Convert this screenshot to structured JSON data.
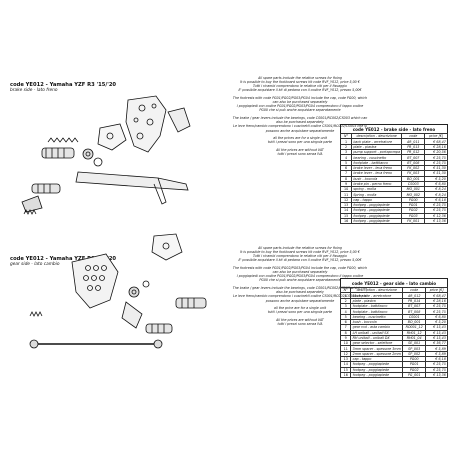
{
  "brake": {
    "title": "code YE012 - Yamaha YZF R3 '15/'20",
    "subtitle": "brake side - lato freno",
    "notes": [
      "All spare parts include the relative screws for fixing\nIt is possible to buy the footboard screws kit code RVF_Y012, price 5,00 €\nTutti i ricambi comprendono le relative viti per il fissaggio\nE' possibile acquistare il kit di pedana con il codice RVF_Y012, prezzo 5,00€",
      "The footrests with code PG01/PG02/PG03/PG04 include the cap, code PG00, which can also be purchased separately\nI poggiapiedi con codice PG01/PG02/PG03/PG04 comprendono il tappo codice PG00 che si può anche acquistare separatamente",
      "The brake / gear levers include the bearings, code CS001/RC002/CS003 which can also be purchased separately\nLe leve freno/cambio comprendono i cuscinetti codice CS001/RC002/CS003 che si possono anche acquistare separatamente",
      "all the prices are for a single unit\ntutti i prezzi sono per una singola parte",
      "All the prices are without VAT\ntutti i prezzi sono senza IVA"
    ],
    "table": {
      "caption": "code YE012 - brake side - lato freno",
      "headers": [
        "N°",
        "description - descrizione",
        "code",
        "price [€]"
      ],
      "rows": [
        [
          "1",
          "back plate - arretratore",
          "AR_011",
          "€ 68,47"
        ],
        [
          "2",
          "plate - piastra",
          "PR_013",
          "€ 28,16"
        ],
        [
          "3",
          "pump support - portapompa",
          "PR_012",
          "€ 20,56"
        ],
        [
          "4",
          "bearing - cuscinetto",
          "BT_007",
          "€ 25,75"
        ],
        [
          "5",
          "footplate - battitacco",
          "BT_008",
          "€ 25,75"
        ],
        [
          "6",
          "brake lever - leva freno",
          "FK_002",
          "€ 51,30"
        ],
        [
          "7",
          "brake lever - leva freno",
          "FK_003",
          "€ 51,30"
        ],
        [
          "8",
          "bush - boccola",
          "BO_001",
          "€ 5,20"
        ],
        [
          "9",
          "brake pin - perno freno",
          "CS003",
          "€ 6,80"
        ],
        [
          "10",
          "spring - molla",
          "MO_001",
          "€ 8,24"
        ],
        [
          "11",
          "Spring - molla",
          "MO_002",
          "€ 8,24"
        ],
        [
          "12",
          "cap - tappo",
          "PG00",
          "€ 6,18"
        ],
        [
          "13",
          "footpeg - poggiapiede",
          "PG01",
          "€ 25,75"
        ],
        [
          "14",
          "footpeg - poggiapiede",
          "PG02",
          "€ 25,75"
        ],
        [
          "15",
          "footpeg - poggiapiede",
          "PG03",
          "€ 12,36"
        ],
        [
          "16",
          "footpeg - poggiapiede",
          "FK_001",
          "€ 13,36"
        ]
      ]
    }
  },
  "gear": {
    "title": "code YE012 - Yamaha YZF R3 '15/'20",
    "subtitle": "gear side - lato cambio",
    "notes": [
      "All spare parts include the relative screws for fixing\nIt is possible to buy the footboard screws kit code RVF_Y012, price 5,00 €\nTutti i ricambi comprendono le relative viti per il fissaggio\nE' possibile acquistare il kit di pedana con il codice RVF_Y012, prezzo 5,00€",
      "The footrests with code PG01/PG02/PG03/PG04 include the cap, code PG00, which can also be purchased separately\nI poggiapiedi con codice PG01/PG02/PG03/PG04 comprendono il tappo codice PG00 che si può anche acquistare separatamente",
      "The brake / gear levers include the bearings, code CS001/RC002/CS003 which can also be purchased separately\nLe leve freno/cambio comprendono i cuscinetti codice CS001/RC002/CS003 che si possono anche acquistare separatamente",
      "all the price are for a single unit\ntutti i prezzi sono per una singola parte",
      "All the prices are without VAT\ntutti i prezzi sono senza IVA"
    ],
    "table": {
      "caption": "code YE012 - gear side - lato cambio",
      "headers": [
        "N°",
        "description - descrizione",
        "code",
        "price [€]"
      ],
      "rows": [
        [
          "1",
          "back plate - arretratore",
          "AR_012",
          "€ 68,47"
        ],
        [
          "2",
          "plate - piastra",
          "PR_014",
          "€ 28,16"
        ],
        [
          "3",
          "footplate - battitacco",
          "BT_007",
          "€ 25,75"
        ],
        [
          "4",
          "footplate - battitacco",
          "BT_008",
          "€ 25,75"
        ],
        [
          "5",
          "bearing - cuscinetto",
          "CS001",
          "€ 6,80"
        ],
        [
          "6",
          "bush - boccola",
          "BO_001",
          "€ 5,20"
        ],
        [
          "7",
          "gear rod - asta cambio",
          "RO001_12",
          "€ 15,43"
        ],
        [
          "8",
          "LH uniball - uniball SX",
          "RH01_12",
          "€ 15,43"
        ],
        [
          "9",
          "RH uniball - uniball DX",
          "RH01_04",
          "€ 15,43"
        ],
        [
          "10",
          "gear selector - selettore",
          "SE_001",
          "€ 36,77"
        ],
        [
          "11",
          "3mm spacer - spessore 3mm",
          "SP_003",
          "€ 5,89"
        ],
        [
          "12",
          "2mm spacer - spessore 2mm",
          "SP_002",
          "€ 5,89"
        ],
        [
          "13",
          "cap - tappo",
          "PG00",
          "€ 6,18"
        ],
        [
          "14",
          "footpeg - poggiapiede",
          "PG01",
          "€ 25,75"
        ],
        [
          "15",
          "footpeg - poggiapiede",
          "PG02",
          "€ 25,75"
        ],
        [
          "16",
          "footpeg - poggiapiede",
          "PG_001",
          "€ 13,36"
        ]
      ]
    }
  }
}
